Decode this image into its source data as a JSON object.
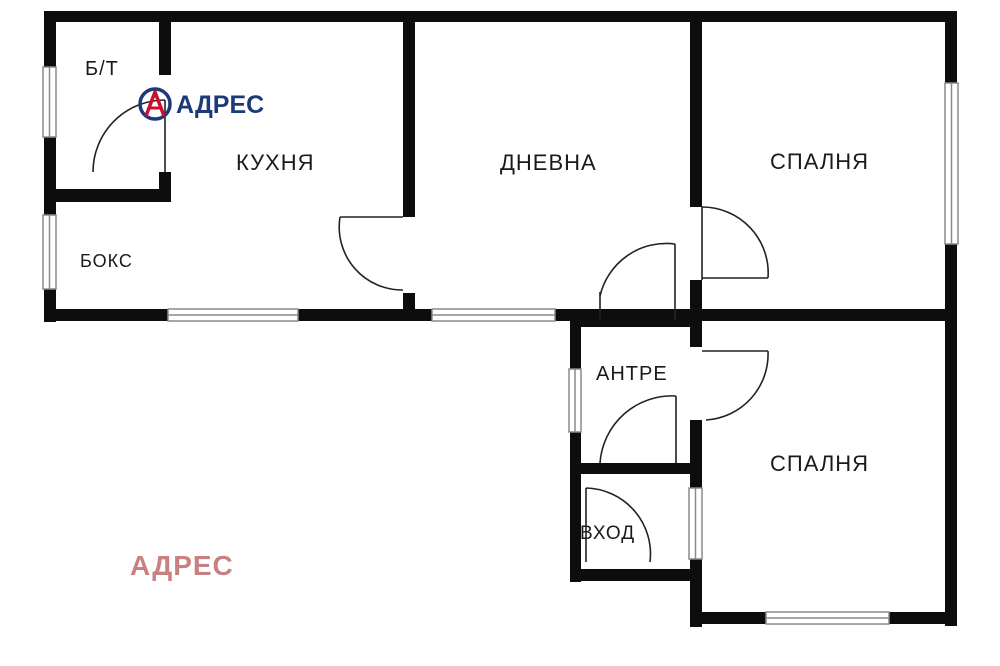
{
  "rooms": {
    "bathroom": "Б/Т",
    "kitchen": "КУХНЯ",
    "living": "ДНЕВНА",
    "bedroom_top": "СПАЛНЯ",
    "box": "БОКС",
    "hall": "АНТРЕ",
    "bedroom_bottom": "СПАЛНЯ",
    "entrance": "ВХОД"
  },
  "brand": {
    "logo_text": "АДРЕС",
    "watermark_text": "АДРЕС",
    "logo_color": "#1d3a78",
    "logo_accent": "#c8102e",
    "watermark_color": "#c98080"
  },
  "colors": {
    "wall": "#0d0d0d",
    "window_frame": "#8a8a8a",
    "door_line": "#222222",
    "background": "#ffffff"
  }
}
